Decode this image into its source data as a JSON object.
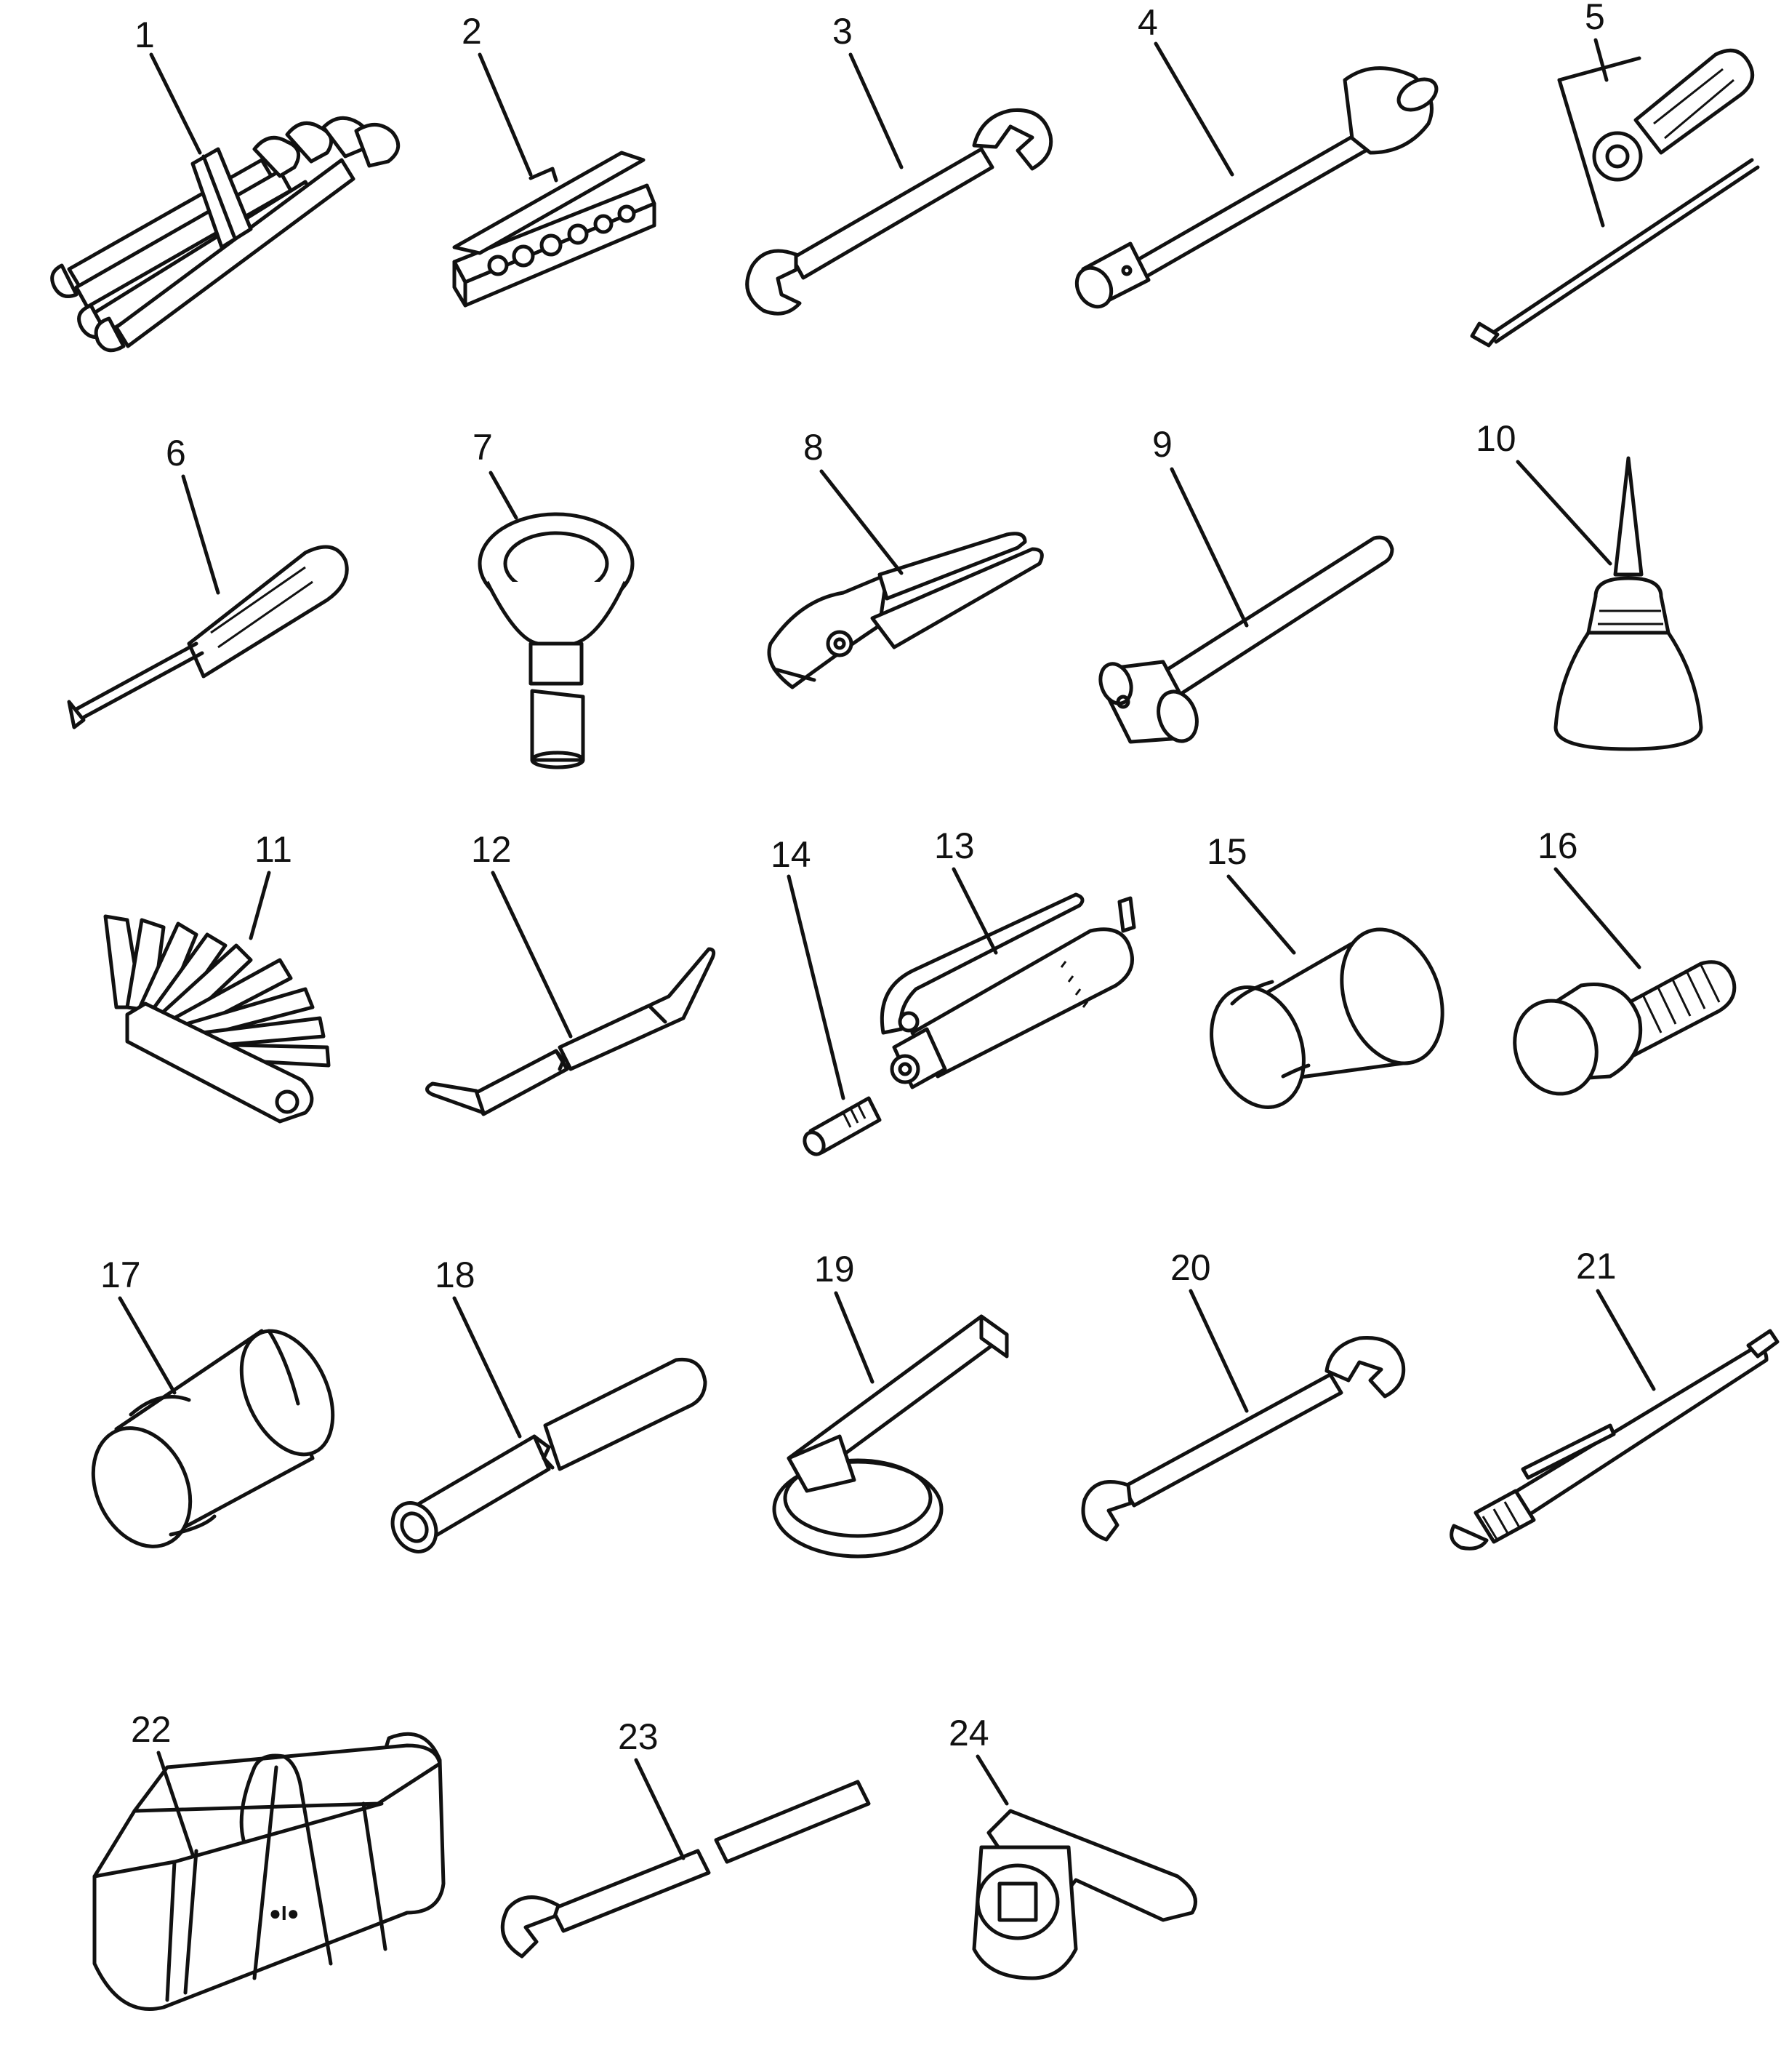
{
  "diagram": {
    "items": [
      {
        "label": "1",
        "icon": "combination-wrench-set-icon"
      },
      {
        "label": "2",
        "icon": "socket-set-case-icon"
      },
      {
        "label": "3",
        "icon": "double-open-wrench-icon"
      },
      {
        "label": "4",
        "icon": "box-wrench-icon"
      },
      {
        "label": "5",
        "icon": "screwdriver-handle-and-bit-icon"
      },
      {
        "label": "6",
        "icon": "screwdriver-icon"
      },
      {
        "label": "7",
        "icon": "funnel-icon"
      },
      {
        "label": "8",
        "icon": "pliers-icon"
      },
      {
        "label": "9",
        "icon": "hammer-icon"
      },
      {
        "label": "10",
        "icon": "oil-can-icon"
      },
      {
        "label": "11",
        "icon": "feeler-gauge-icon"
      },
      {
        "label": "12",
        "icon": "scraper-bar-icon"
      },
      {
        "label": "13",
        "icon": "grease-gun-icon"
      },
      {
        "label": "14",
        "icon": "nozzle-icon"
      },
      {
        "label": "15",
        "icon": "cylinder-cartridge-icon"
      },
      {
        "label": "16",
        "icon": "bolt-icon"
      },
      {
        "label": "17",
        "icon": "plug-cylinder-icon"
      },
      {
        "label": "18",
        "icon": "pipe-bar-icon"
      },
      {
        "label": "19",
        "icon": "filter-strap-wrench-icon"
      },
      {
        "label": "20",
        "icon": "open-wrench-icon"
      },
      {
        "label": "21",
        "icon": "tester-pen-icon"
      },
      {
        "label": "22",
        "icon": "tool-bag-icon"
      },
      {
        "label": "23",
        "icon": "long-spanner-icon"
      },
      {
        "label": "24",
        "icon": "t-handle-socket-icon"
      }
    ]
  }
}
